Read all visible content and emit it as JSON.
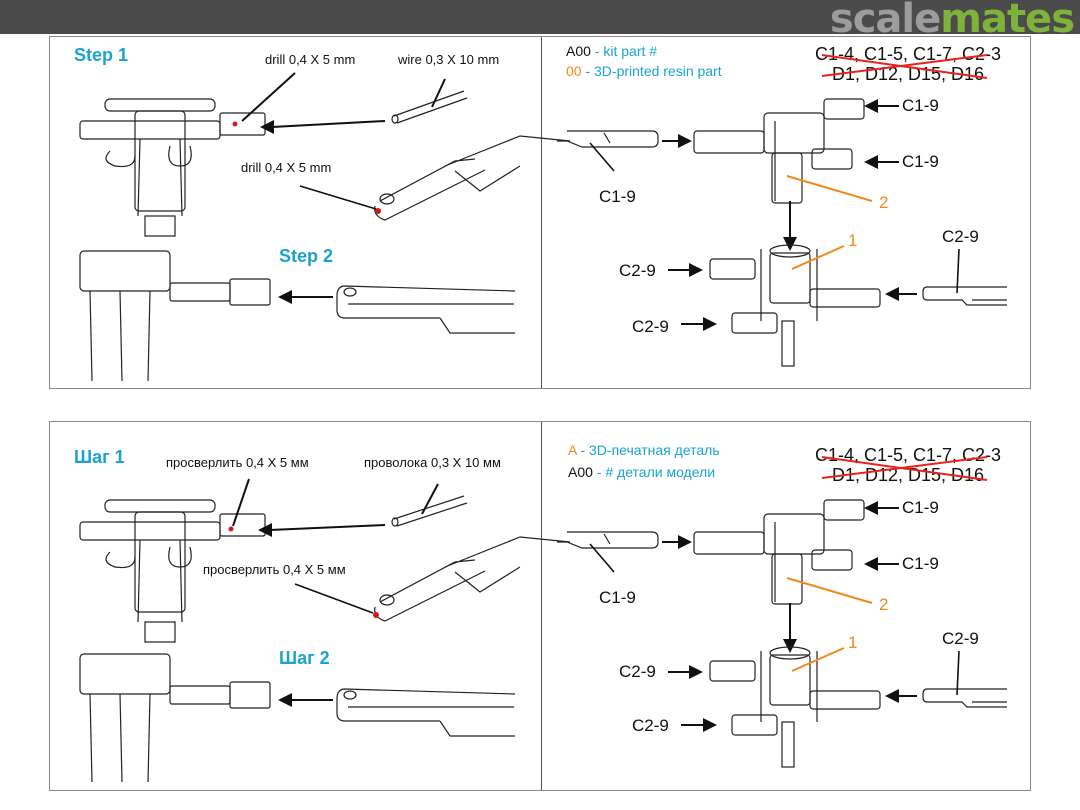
{
  "header": {
    "logo_part1": "scale",
    "logo_part2": "mates",
    "brand_gray": "#9c9c9c",
    "brand_green": "#7fb23a"
  },
  "colors": {
    "step_title": "#1aa3d1",
    "resin_part": "#f08a1c",
    "cross_out": "#e8231f",
    "drill_point": "#d31a1a"
  },
  "english": {
    "step1_title": "Step 1",
    "step2_title": "Step 2",
    "drill_label_top": "drill 0,4 X 5 mm",
    "wire_label": "wire 0,3 X 10 mm",
    "drill_label_blade": "drill 0,4 X 5 mm",
    "legend": {
      "kit_code": "A00",
      "kit_desc": " - kit part #",
      "resin_code": "00",
      "resin_desc": " - 3D-printed resin part"
    },
    "removed_parts_line1": "C1-4, C1-5, C1-7, C2-3",
    "removed_parts_line2": "D1, D12, D15, D16",
    "upper_blade_left": "C1-9",
    "upper_arrow_1": "C1-9",
    "upper_arrow_2": "C1-9",
    "resin_upper": "2",
    "resin_lower": "1",
    "lower_arrow_1": "C2-9",
    "lower_arrow_2": "C2-9",
    "lower_blade_right": "C2-9"
  },
  "russian": {
    "step1_title": "Шаг 1",
    "step2_title": "Шаг 2",
    "drill_label_top": "просверлить 0,4 X 5 мм",
    "wire_label": "проволока 0,3 X 10 мм",
    "drill_label_blade": "просверлить 0,4 X 5 мм",
    "legend": {
      "resin_code": "A",
      "resin_desc": " - 3D-печатная деталь",
      "kit_code": "A00",
      "kit_desc": " - # детали модели"
    },
    "removed_parts_line1": "C1-4, C1-5, C1-7, C2-3",
    "removed_parts_line2": "D1, D12, D15, D16",
    "upper_blade_left": "C1-9",
    "upper_arrow_1": "C1-9",
    "upper_arrow_2": "C1-9",
    "resin_upper": "2",
    "resin_lower": "1",
    "lower_arrow_1": "C2-9",
    "lower_arrow_2": "C2-9",
    "lower_blade_right": "C2-9"
  }
}
